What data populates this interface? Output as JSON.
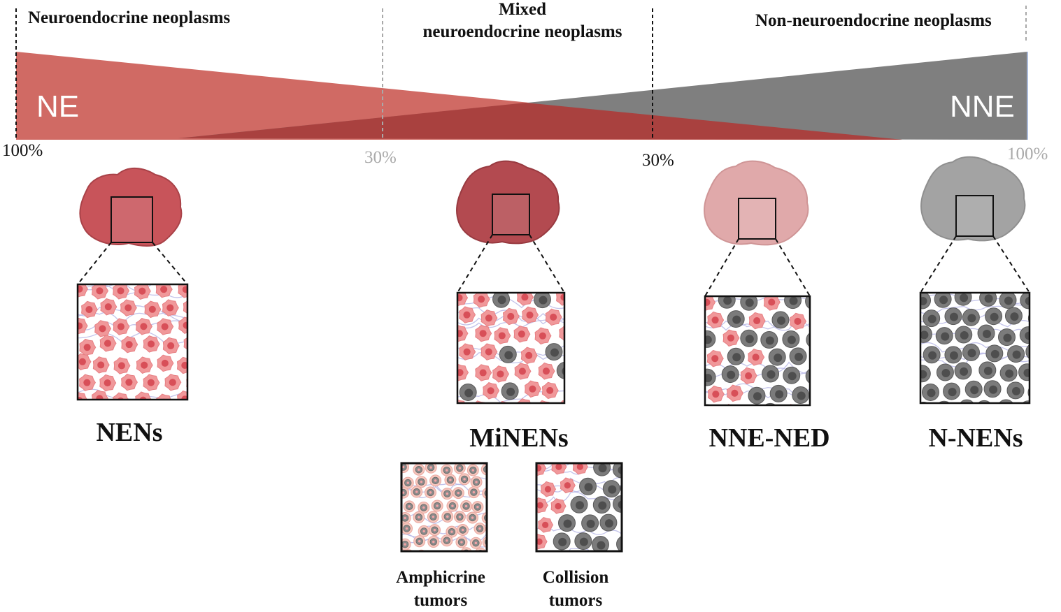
{
  "categories": {
    "ne": "Neuroendocrine neoplasms",
    "mixed_line1": "Mixed",
    "mixed_line2": "neuroendocrine neoplasms",
    "nne": "Non-neuroendocrine neoplasms"
  },
  "gradient": {
    "ne_label": "NE",
    "nne_label": "NNE",
    "ne_color": "#d06a64",
    "nne_color": "#7f7f7f",
    "overlap_color": "#a9413f"
  },
  "thresholds": {
    "left_100": "100%",
    "left_30": "30%",
    "right_30": "30%",
    "right_100": "100%"
  },
  "tumor_types": [
    {
      "label": "NENs",
      "body_color": "#c8545a",
      "fill": "ne"
    },
    {
      "label": "MiNENs",
      "body_color": "#b34a50",
      "fill": "mixed"
    },
    {
      "label": "NNE-NED",
      "body_color": "#e0a9aa",
      "fill": "nne_ned"
    },
    {
      "label": "N-NENs",
      "body_color": "#a3a3a3",
      "fill": "nnen"
    }
  ],
  "subtypes": {
    "amphicrine_line1": "Amphicrine",
    "amphicrine_line2": "tumors",
    "collision_line1": "Collision",
    "collision_line2": "tumors"
  }
}
